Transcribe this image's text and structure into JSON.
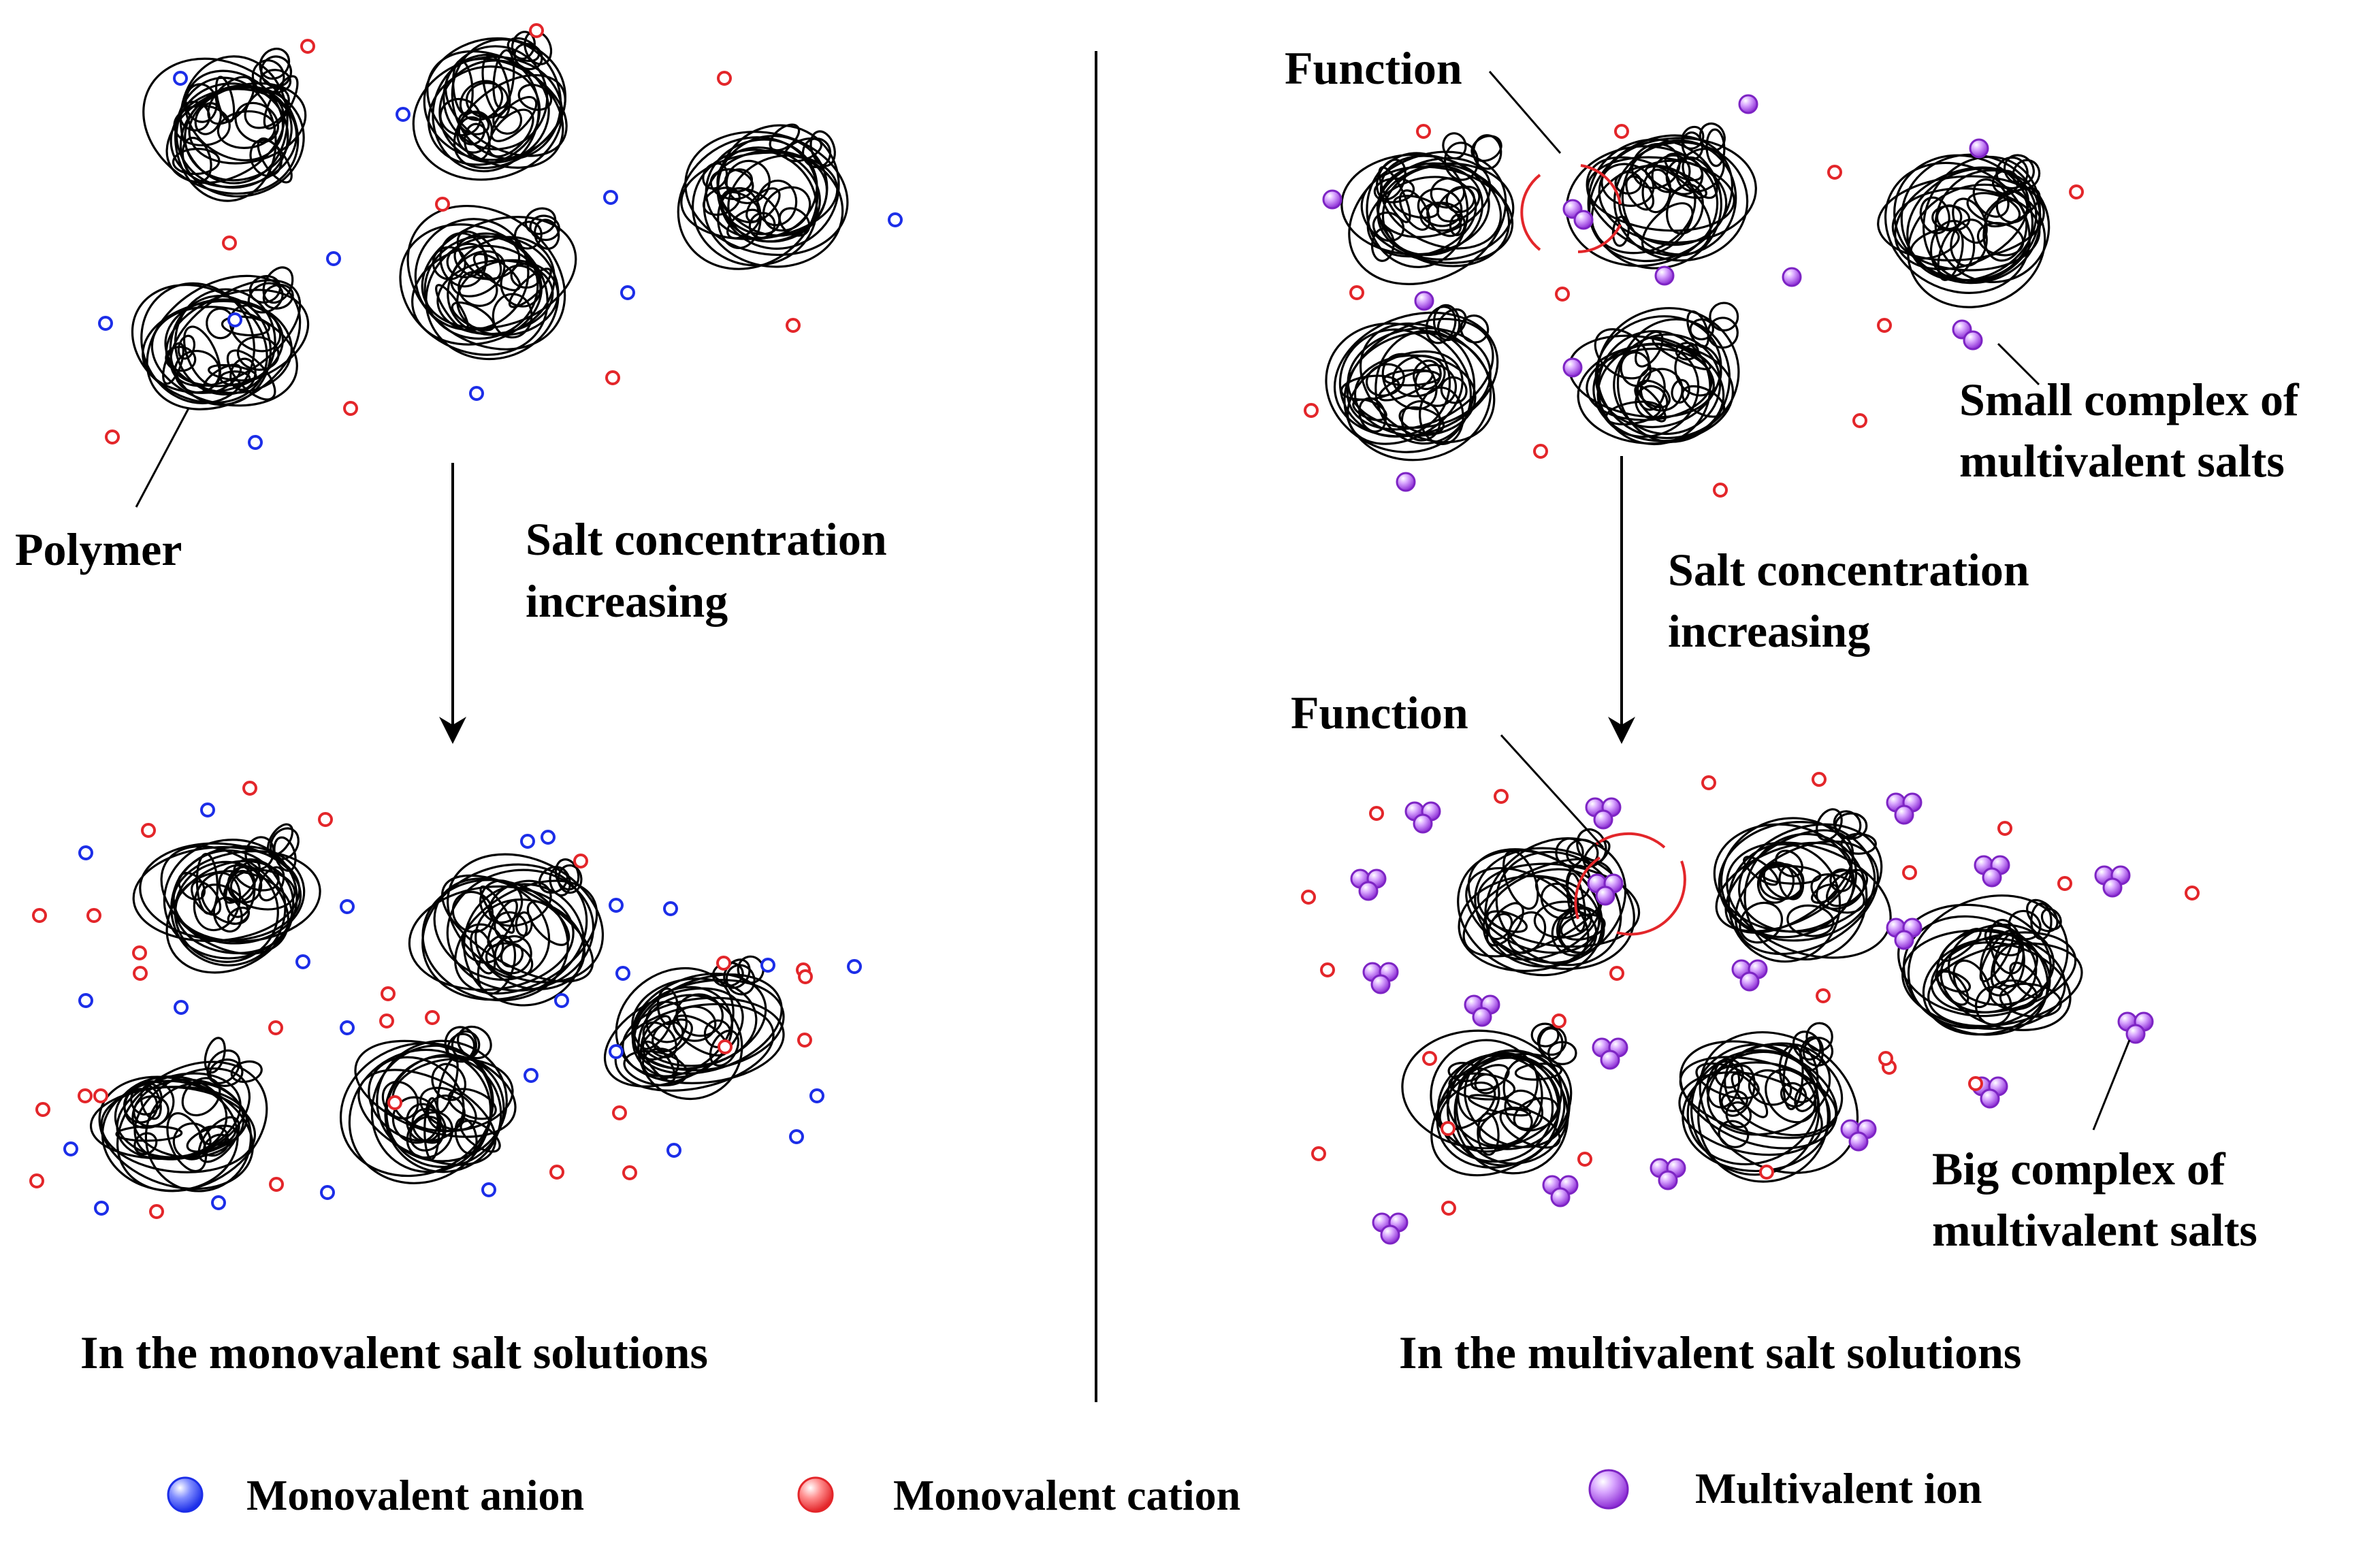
{
  "labels": {
    "polymer": "Polymer",
    "salt_left_1": "Salt concentration",
    "salt_left_2": "increasing",
    "salt_right_1": "Salt concentration",
    "salt_right_2": "increasing",
    "function_top": "Function",
    "function_bottom": "Function",
    "small_complex_1": "Small complex of",
    "small_complex_2": "multivalent salts",
    "big_complex_1": "Big complex of",
    "big_complex_2": "multivalent salts",
    "caption_left": "In the monovalent salt solutions",
    "caption_right": "In the multivalent salt solutions"
  },
  "legend": {
    "anion": "Monovalent anion",
    "cation": "Monovalent cation",
    "multivalent": "Multivalent ion"
  },
  "colors": {
    "anion": "#1c2ee8",
    "cation": "#e3262a",
    "multivalent": "#a03fe0",
    "function_ring": "#e3262a",
    "line": "#000000"
  },
  "icons": [
    "polymer-coil-icon",
    "anion-icon",
    "cation-icon",
    "multivalent-ion-icon"
  ]
}
